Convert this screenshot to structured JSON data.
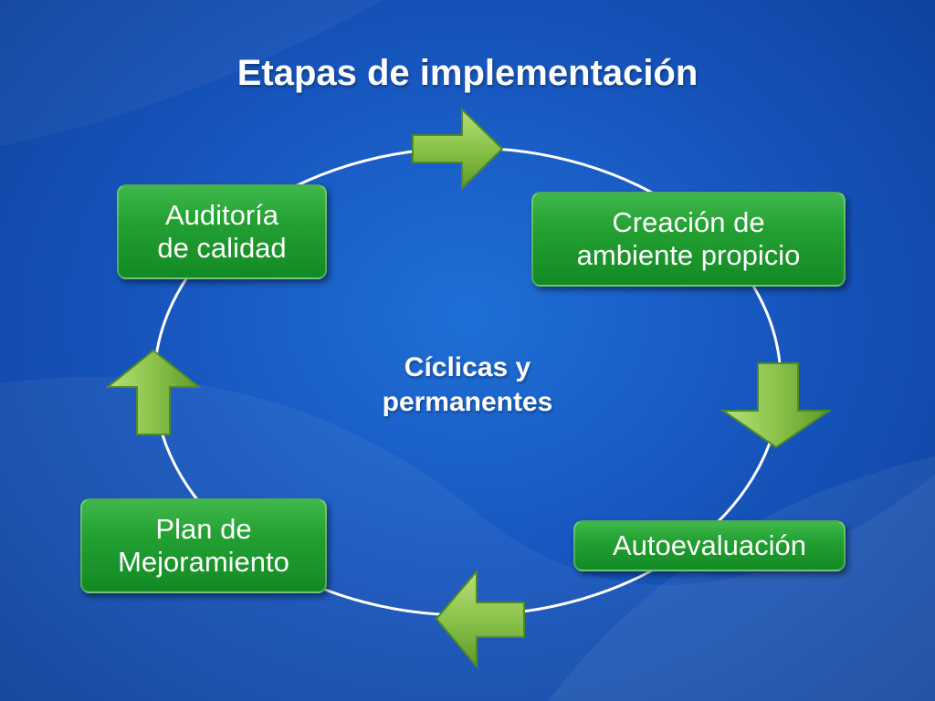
{
  "title": "Etapas de implementación",
  "center": {
    "line1": "Cíclicas y",
    "line2": "permanentes"
  },
  "stages": {
    "auditoria": {
      "line1": "Auditoría",
      "line2": "de calidad"
    },
    "creacion": {
      "line1": "Creación de",
      "line2": "ambiente propicio"
    },
    "autoevaluacion": {
      "label": "Autoevaluación"
    },
    "plan": {
      "line1": "Plan de",
      "line2": "Mejoramiento"
    }
  },
  "colors": {
    "background": "#1757bf",
    "box_green": "#23a032",
    "arrow_green": "#8bc34a",
    "ring": "#ffffff"
  },
  "icons": {
    "arrows": [
      "arrow-right-icon",
      "arrow-down-icon",
      "arrow-left-icon",
      "arrow-up-icon"
    ]
  }
}
